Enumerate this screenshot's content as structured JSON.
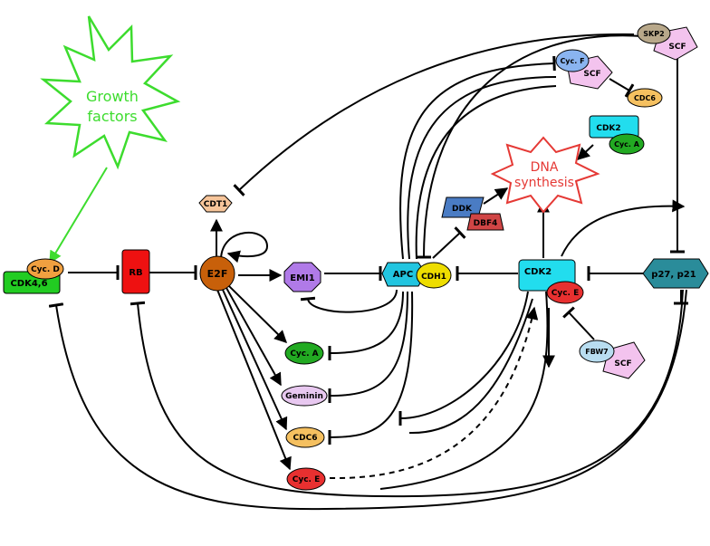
{
  "labels": {
    "growth_factors_1": "Growth",
    "growth_factors_2": "factors",
    "dna_1": "DNA",
    "dna_2": "synthesis",
    "cyc_d": "Cyc. D",
    "cdk46": "CDK4,6",
    "rb": "RB",
    "e2f": "E2F",
    "cdt1": "CDT1",
    "emi1": "EMI1",
    "apc": "APC",
    "cdh1": "CDH1",
    "ddk": "DDK",
    "dbf4": "DBF4",
    "cdk2_main": "CDK2",
    "cyc_e_complex": "Cyc. E",
    "p27": "p27, p21",
    "skp2": "SKP2",
    "scf_top": "SCF",
    "cyc_f": "Cyc. F",
    "scf_f": "SCF",
    "cdc6_top": "CDC6",
    "cdk2_a": "CDK2",
    "cyc_a_complex": "Cyc. A",
    "cyc_a": "Cyc. A",
    "geminin": "Geminin",
    "cdc6": "CDC6",
    "cyc_e": "Cyc. E",
    "fbw7": "FBW7",
    "scf_fbw7": "SCF"
  },
  "colors": {
    "growth": "#3ddc2e",
    "dna": "#e53935",
    "cyc_d": "#f0a040",
    "cdk46": "#22cc22",
    "rb": "#ee1111",
    "e2f": "#c8600a",
    "cdt1": "#f7c59a",
    "emi1": "#b07ae8",
    "apc": "#22c5e0",
    "cdh1": "#eedd00",
    "ddk": "#4a7cc4",
    "dbf4": "#d04545",
    "cdk2": "#22ddee",
    "cyc_e": "#e83030",
    "p27": "#2a8c9a",
    "skp2": "#b8a88a",
    "scf": "#f3c3ee",
    "cyc_f": "#8ab4f0",
    "cdc6": "#f5c060",
    "cyc_a": "#22aa22",
    "geminin": "#e8c8f0",
    "fbw7": "#b8ddf0"
  }
}
